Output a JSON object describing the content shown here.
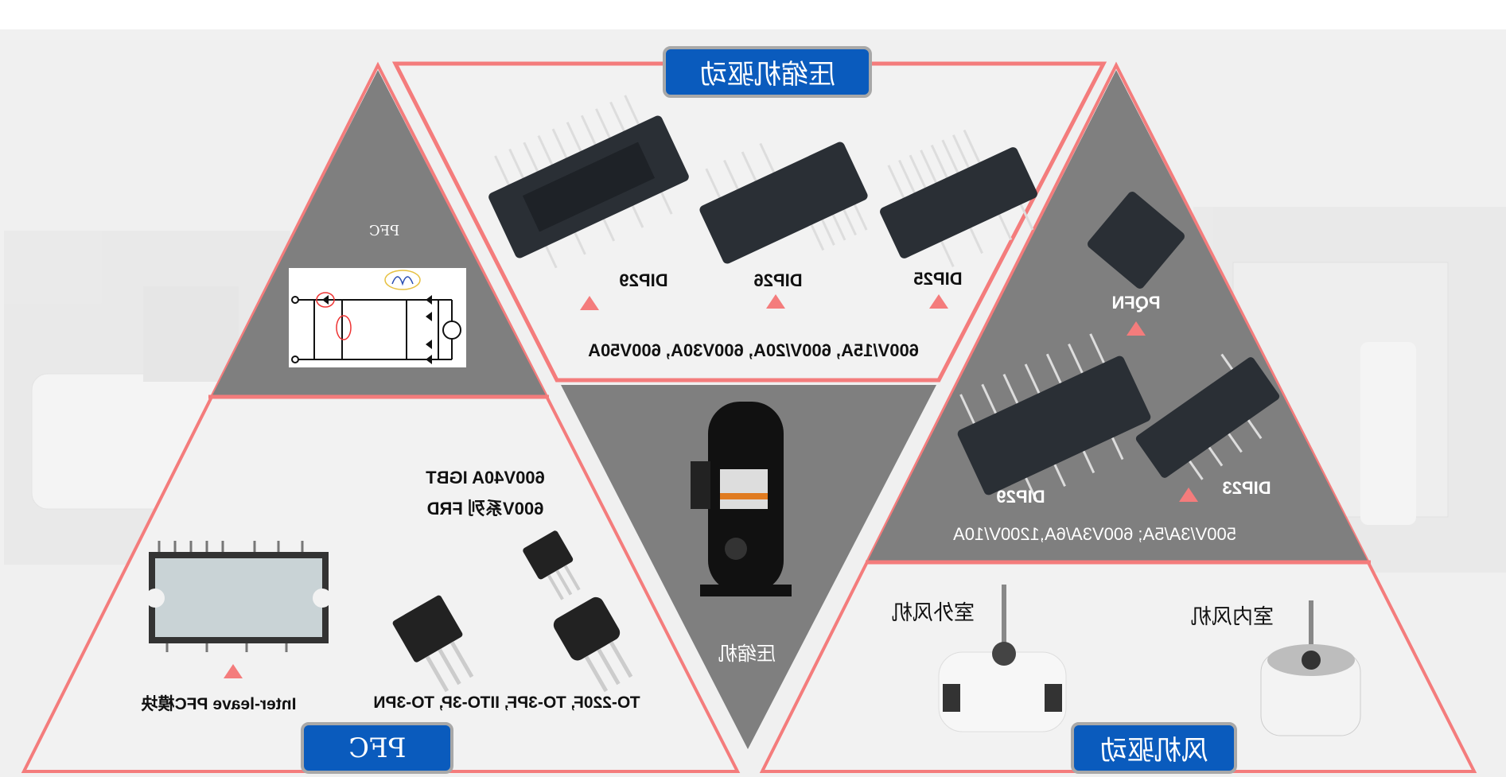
{
  "sections": {
    "compressor_drive": {
      "button_label": "压缩机驱动",
      "products": [
        "DIP29",
        "DIP26",
        "DIP25"
      ],
      "ratings": "600V/15A, 600V/20A, 600V30A, 600V50A"
    },
    "pfc": {
      "button_label": "PFC",
      "circuit_title": "PFC",
      "igbt": "600V40A IGBT",
      "frd": "600V系列 FRD",
      "module_label": "Inter-leave PFC模块",
      "packages": "TO-220F, TO-3PF, IITO-3P, TO-3PN"
    },
    "compressor": {
      "label": "压缩机"
    },
    "fan_drive": {
      "button_label": "风机驱动",
      "products": [
        "PQFN",
        "DIP29",
        "DIP23"
      ],
      "ratings": "500V/3A/5A; 600V3A/6A,1200V/10A",
      "outdoor_fan": "室外风机",
      "indoor_fan": "室内风机"
    }
  },
  "colors": {
    "accent_border": "#f47c7c",
    "button_blue": "#0a5bbd",
    "panel_gray": "#7f7f7f",
    "panel_light": "#f2f2f2"
  }
}
